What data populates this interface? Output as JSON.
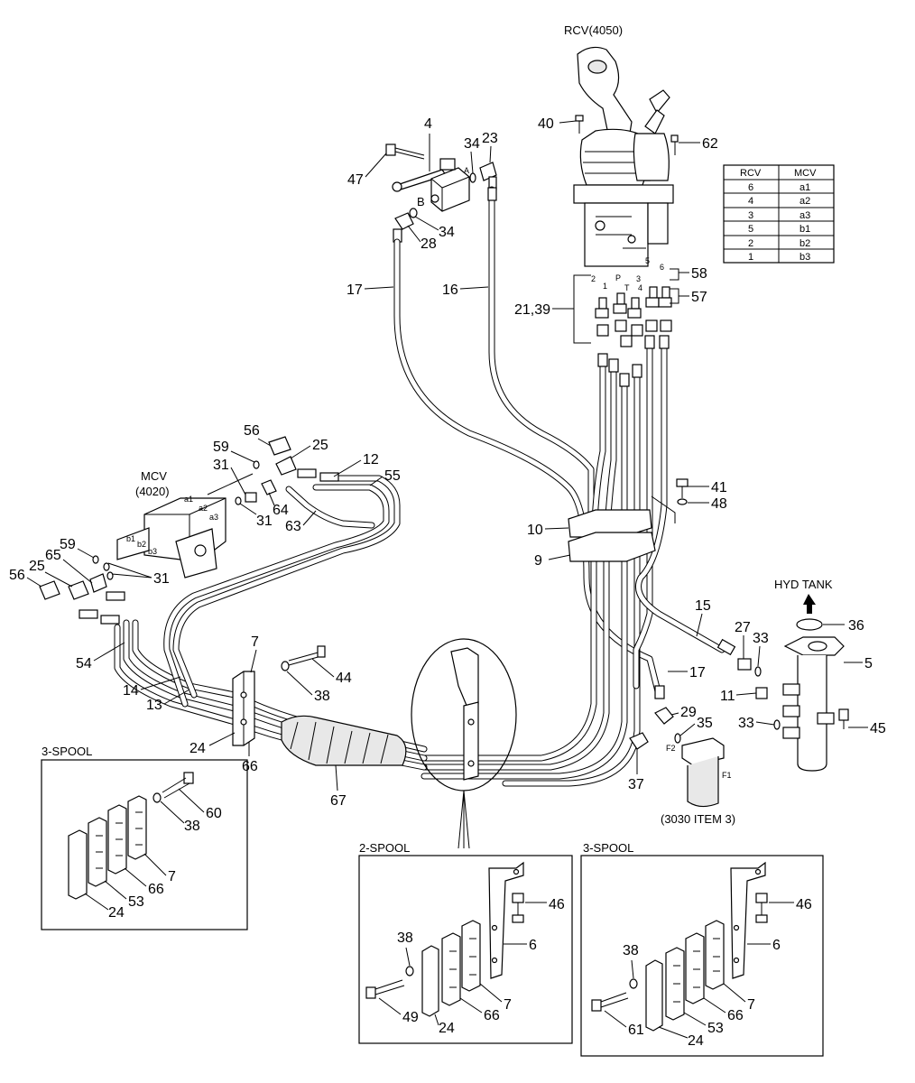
{
  "titles": {
    "rcv": "RCV(4050)",
    "mcv_a": "MCV",
    "mcv_b": "(4020)",
    "hyd_tank": "HYD TANK",
    "filter_ref": "(3030 ITEM 3)",
    "inset_left": "3-SPOOL",
    "inset_mid": "2-SPOOL",
    "inset_right": "3-SPOOL"
  },
  "port_table": {
    "headers": [
      "RCV",
      "MCV"
    ],
    "rows": [
      [
        "6",
        "a1"
      ],
      [
        "4",
        "a2"
      ],
      [
        "3",
        "a3"
      ],
      [
        "5",
        "b1"
      ],
      [
        "2",
        "b2"
      ],
      [
        "1",
        "b3"
      ]
    ]
  },
  "ports": {
    "A": "A",
    "B": "B",
    "F1": "F1",
    "F2": "F2",
    "a1": "a1",
    "a2": "a2",
    "a3": "a3",
    "b1": "b1",
    "b2": "b2",
    "b3": "b3",
    "p2": "2",
    "pP": "P",
    "p3": "3",
    "p1": "1",
    "pT": "T",
    "p4": "4",
    "p5": "5",
    "p6": "6"
  },
  "callouts": {
    "c40": "40",
    "c62": "62",
    "c58": "58",
    "c57": "57",
    "c2139": "21,39",
    "c4": "4",
    "c47": "47",
    "c34a": "34",
    "c23": "23",
    "c28": "28",
    "c34b": "34",
    "c17a": "17",
    "c16": "16",
    "c56a": "56",
    "c59a": "59",
    "c25a": "25",
    "c31a": "31",
    "c12": "12",
    "c55": "55",
    "c64": "64",
    "c31b": "31",
    "c63": "63",
    "c59b": "59",
    "c65": "65",
    "c25b": "25",
    "c56b": "56",
    "c31c": "31",
    "c54": "54",
    "c14": "14",
    "c13": "13",
    "c7a": "7",
    "c44": "44",
    "c38a": "38",
    "c24a": "24",
    "c66a": "66",
    "c67": "67",
    "c10": "10",
    "c9": "9",
    "c41": "41",
    "c48": "48",
    "c15": "15",
    "c27": "27",
    "c33a": "33",
    "c36": "36",
    "c5": "5",
    "c17b": "17",
    "c29": "29",
    "c35": "35",
    "c11": "11",
    "c33b": "33",
    "c45": "45",
    "c37": "37",
    "i1_60": "60",
    "i1_38": "38",
    "i1_7": "7",
    "i1_66": "66",
    "i1_53": "53",
    "i1_24": "24",
    "i2_46": "46",
    "i2_38": "38",
    "i2_6": "6",
    "i2_7": "7",
    "i2_66": "66",
    "i2_49": "49",
    "i2_24": "24",
    "i3_46": "46",
    "i3_38": "38",
    "i3_6": "6",
    "i3_7": "7",
    "i3_66": "66",
    "i3_53": "53",
    "i3_61": "61",
    "i3_24": "24"
  }
}
